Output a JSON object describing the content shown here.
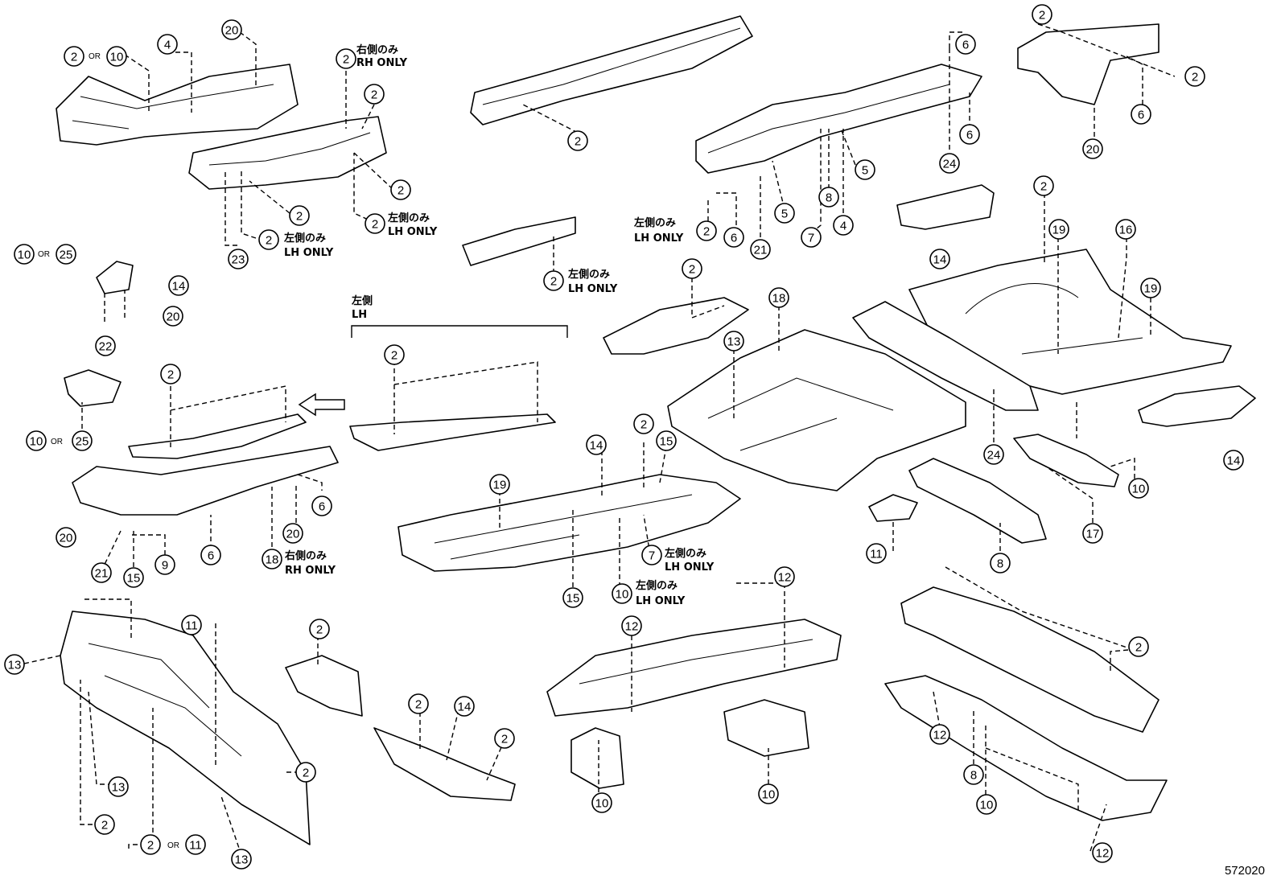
{
  "document_number": "572020",
  "notes": {
    "lh_only": "LH ONLY",
    "rh_only": "RH ONLY",
    "lh_only_jp": "左側のみ",
    "rh_only_jp": "右側のみ",
    "lh_jp": "左側",
    "lh": "LH",
    "or": "OR"
  },
  "callout_numbers": {
    "n2": "2",
    "n4": "4",
    "n5": "5",
    "n6": "6",
    "n7": "7",
    "n8": "8",
    "n9": "9",
    "n10": "10",
    "n11": "11",
    "n12": "12",
    "n13": "13",
    "n14": "14",
    "n15": "15",
    "n16": "16",
    "n17": "17",
    "n18": "18",
    "n19": "19",
    "n20": "20",
    "n21": "21",
    "n22": "22",
    "n23": "23",
    "n24": "24",
    "n25": "25"
  }
}
